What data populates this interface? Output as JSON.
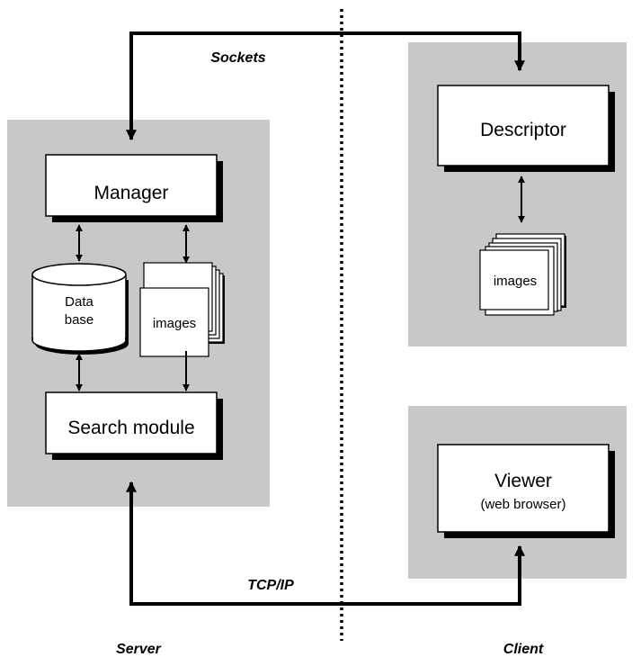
{
  "diagram": {
    "manager": "Manager",
    "database_line1": "Data",
    "database_line2": "base",
    "server_images": "images",
    "search_module": "Search module",
    "descriptor": "Descriptor",
    "client_images": "images",
    "viewer_line1": "Viewer",
    "viewer_line2": "(web browser)",
    "sockets": "Sockets",
    "tcpip": "TCP/IP",
    "server": "Server",
    "client": "Client"
  },
  "colors": {
    "panel": "#c8c8c8",
    "box": "#ffffff",
    "shadow": "#000000",
    "line": "#000000"
  }
}
